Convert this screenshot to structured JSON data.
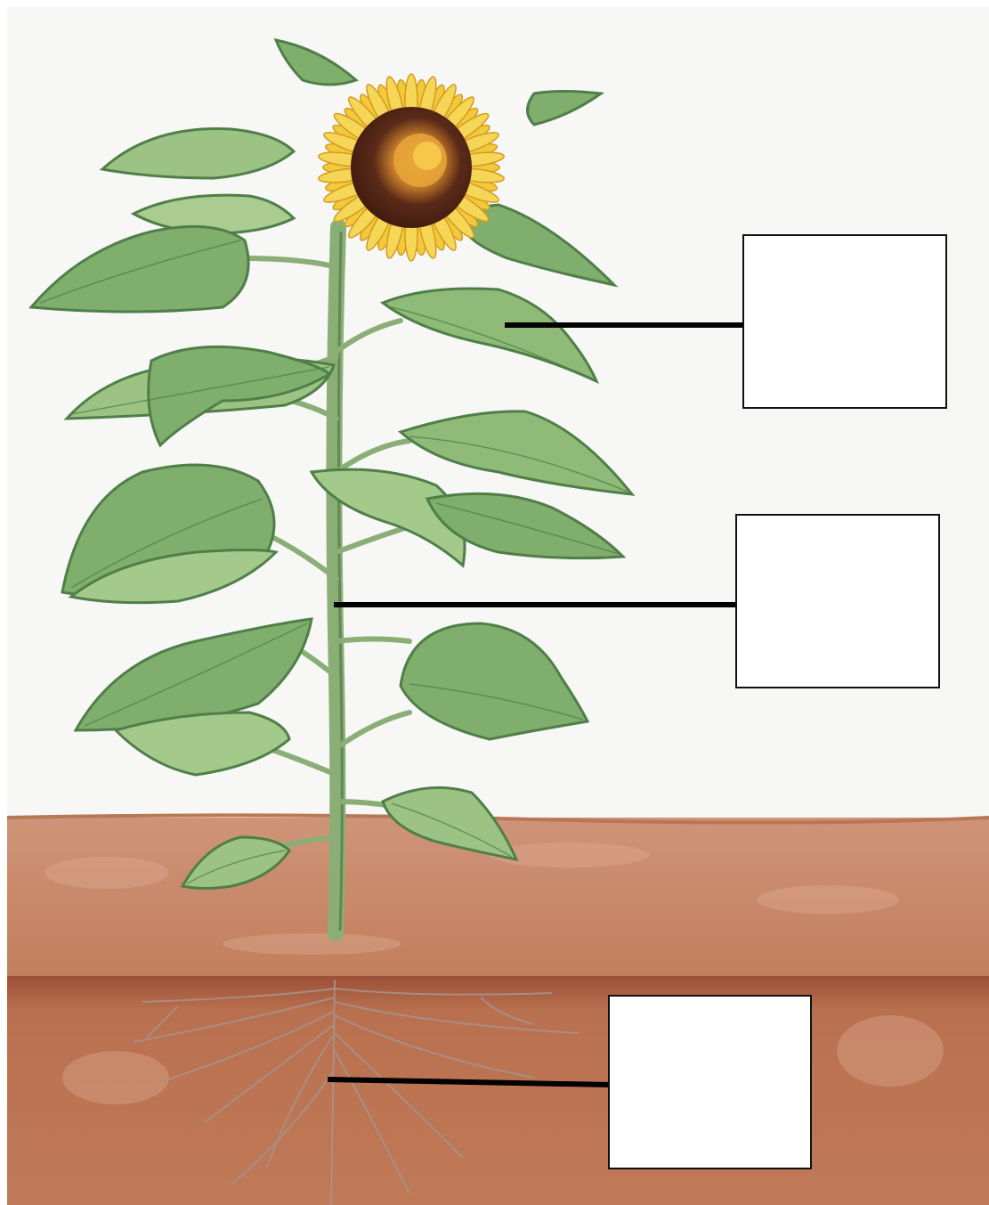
{
  "diagram": {
    "subject": "sunflower-plant",
    "colors": {
      "sky": "#f7f7f6",
      "soil_top": "#c98a6a",
      "soil_deep": "#b3694a",
      "leaf": "#7aa86a",
      "leaf_dark": "#4f7f48",
      "stem": "#8fb27a",
      "petal": "#f2c93b",
      "disc": "#5a2a18",
      "root": "#a88e86",
      "pointer": "#000000"
    },
    "labels": [
      {
        "id": "leaf",
        "text": ""
      },
      {
        "id": "stem",
        "text": ""
      },
      {
        "id": "root",
        "text": ""
      }
    ]
  }
}
